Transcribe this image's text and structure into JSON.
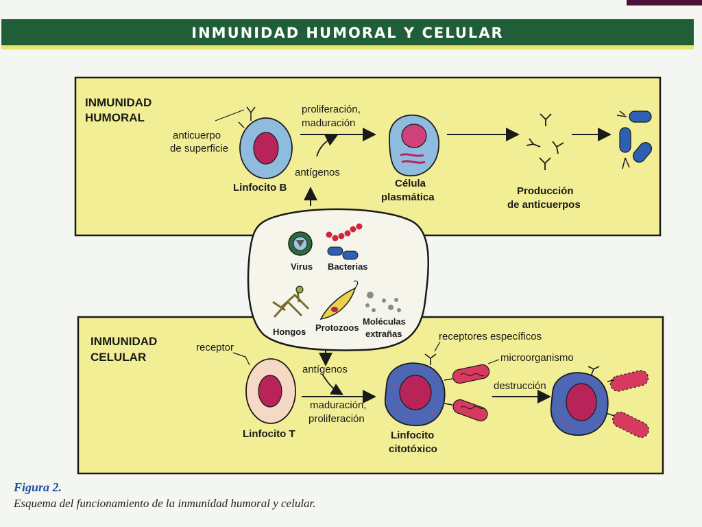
{
  "header": {
    "title": "INMUNIDAD HUMORAL Y CELULAR"
  },
  "humoral": {
    "title_line1": "INMUNIDAD",
    "title_line2": "HUMORAL",
    "surface_antibody_line1": "anticuerpo",
    "surface_antibody_line2": "de superficie",
    "lymphocyte_b": "Linfocito B",
    "process_line1": "proliferación,",
    "process_line2": "maduración",
    "antigens": "antígenos",
    "plasma_line1": "Célula",
    "plasma_line2": "plasmática",
    "production_line1": "Producción",
    "production_line2": "de anticuerpos"
  },
  "antigen_sources": {
    "virus": "Virus",
    "bacteria": "Bacterias",
    "fungi": "Hongos",
    "protozoa": "Protozoos",
    "foreign_line1": "Moléculas",
    "foreign_line2": "extrañas"
  },
  "cellular": {
    "title_line1": "INMUNIDAD",
    "title_line2": "CELULAR",
    "receptor": "receptor",
    "antigens": "antígenos",
    "process_line1": "maduración,",
    "process_line2": "proliferación",
    "lymphocyte_t": "Linfocito T",
    "specific_receptors": "receptores específicos",
    "microorganism": "microorganismo",
    "destruction": "destrucción",
    "cytotoxic_line1": "Linfocito",
    "cytotoxic_line2": "citotóxico"
  },
  "caption": {
    "label": "Figura 2.",
    "text": "Esquema del funcionamiento de la inmunidad humoral y celular."
  },
  "colors": {
    "panel_fill": "#f1ee95",
    "banner": "#1f5e36",
    "b_cell": "#8fbcde",
    "nucleus": "#b8245a",
    "t_cell": "#f6d9c4",
    "cytotoxic": "#4e67b5",
    "microbe": "#d63a5e",
    "antibody_blue": "#2f5fb0"
  }
}
